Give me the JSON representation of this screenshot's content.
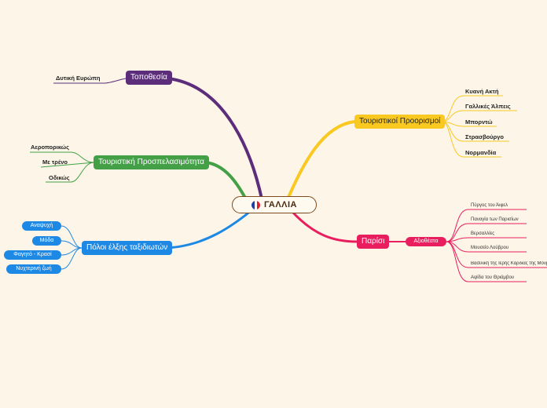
{
  "root": {
    "label": "ΓΑΛΛΙΑ",
    "icon": "france-flag-icon"
  },
  "colors": {
    "location": "#5c2d7a",
    "access": "#43a047",
    "poles": "#1e88e5",
    "destinations": "#f9c821",
    "paris": "#e91e5f",
    "root_border": "#7a4a1e"
  },
  "branches": {
    "location": {
      "label": "Τοποθεσία",
      "children": [
        "Δυτική Ευρώπη"
      ]
    },
    "access": {
      "label": "Τουριστική Προσπελασιμότητα",
      "children": [
        "Αεροπορικώς",
        "Με τρένο",
        "Οδικώς"
      ]
    },
    "poles": {
      "label": "Πόλοι έλξης ταξιδιωτών",
      "children": [
        "Αναψυχή",
        "Μόδα",
        "Φαγητό - Κρασί",
        "Νυχτερινή ζωή"
      ]
    },
    "destinations": {
      "label": "Τουριστικοί Προορισμοί",
      "children": [
        "Κυανή Ακτή",
        "Γαλλικές Άλπεις",
        "Μπορντώ",
        "Στρασβούργο",
        "Νορμανδία"
      ]
    },
    "paris": {
      "label": "Παρίσι",
      "sights": {
        "label": "Αξιοθέατα",
        "children": [
          "Πύργος του Άιφελ",
          "Παναγία των Παρισίων",
          "Βερσαλλίες",
          "Μουσείο Λούβρου",
          "Βασιλική της Ιερής Καρδιάς της Μονμάρτης",
          "Αψίδα του Θριάμβου"
        ]
      }
    }
  }
}
